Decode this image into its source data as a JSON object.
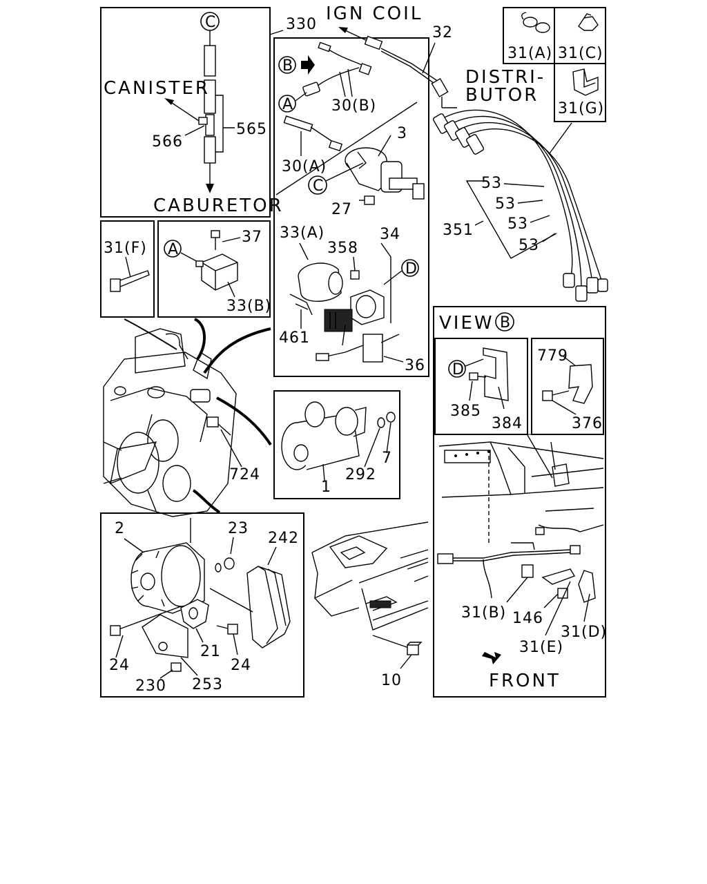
{
  "labels": {
    "ign_coil": "IGN COIL",
    "canister": "CANISTER",
    "caburetor": "CABURETOR",
    "distributor_1": "DISTRI-",
    "distributor_2": "BUTOR",
    "view_b": "VIEW",
    "front": "FRONT"
  },
  "callouts": {
    "c_top": "C",
    "c_mid": "C",
    "a_1": "A",
    "a_2": "A",
    "b_1": "B",
    "b_view": "B",
    "d_1": "D",
    "d_2": "D"
  },
  "parts": {
    "p330": "330",
    "p32": "32",
    "p31a": "31(A)",
    "p31c": "31(C)",
    "p31g": "31(G)",
    "p565": "565",
    "p566": "566",
    "p30b": "30(B)",
    "p3": "3",
    "p30a": "30(A)",
    "p27": "27",
    "p53a": "53",
    "p53b": "53",
    "p53c": "53",
    "p53d": "53",
    "p351": "351",
    "p31f": "31(F)",
    "p37": "37",
    "p33b": "33(B)",
    "p33a": "33(A)",
    "p358": "358",
    "p34": "34",
    "p461": "461",
    "p36": "36",
    "p724": "724",
    "p292": "292",
    "p7": "7",
    "p1": "1",
    "p385": "385",
    "p384": "384",
    "p779": "779",
    "p376": "376",
    "p2": "2",
    "p23": "23",
    "p242": "242",
    "p24a": "24",
    "p24b": "24",
    "p21": "21",
    "p230": "230",
    "p253": "253",
    "p10": "10",
    "p31b": "31(B)",
    "p146": "146",
    "p31d": "31(D)",
    "p31e": "31(E)"
  }
}
